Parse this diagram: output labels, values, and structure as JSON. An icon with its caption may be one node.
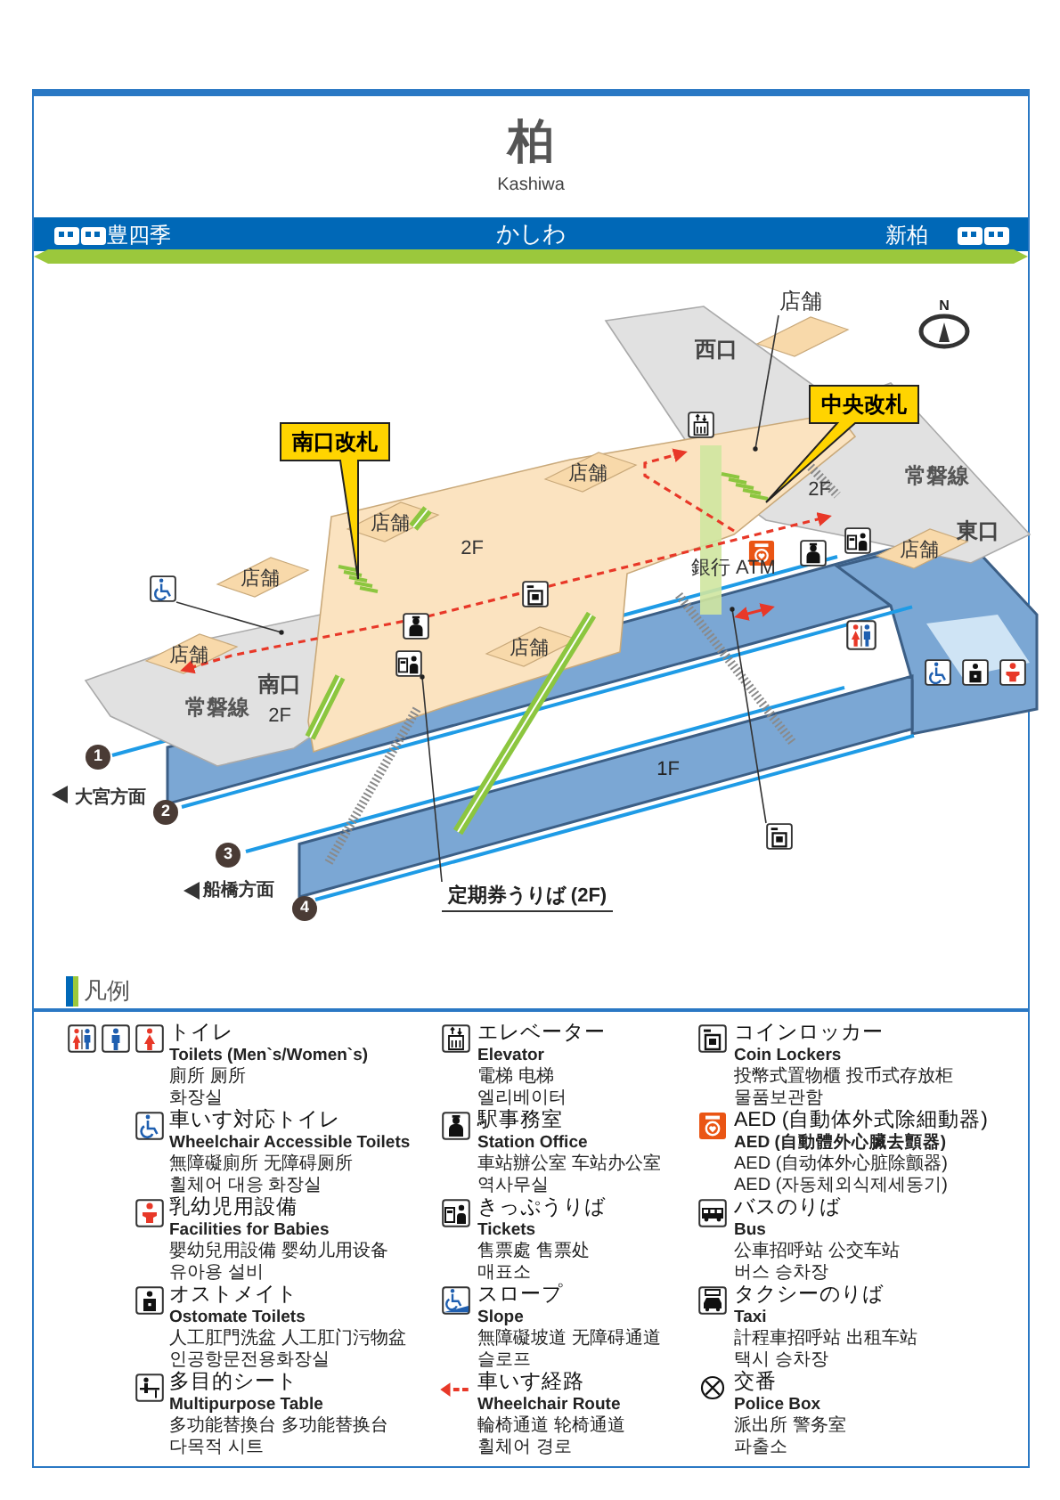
{
  "diagram": {
    "title": "柏",
    "nodes": [
      {
        "text": [
          "南口改札"
        ]
      },
      {
        "text": [
          "中央改札"
        ]
      },
      {
        "text": [
          "店舗"
        ]
      },
      {
        "text": [
          "定期券うりば (2F)"
        ]
      },
      {
        "text": [],
        "shape": "box"
      },
      {
        "text": [],
        "shape": "box"
      },
      {
        "text": [
          "1"
        ]
      },
      {
        "text": [
          "2"
        ]
      },
      {
        "text": [
          "3"
        ]
      },
      {
        "text": [
          "4"
        ]
      },
      {
        "text": [],
        "shape": "box"
      }
    ],
    "edges": [
      {
        "from": 2,
        "to": null,
        "arrow": "other"
      },
      {
        "from": 3,
        "to": 10,
        "arrow": "other"
      },
      {
        "from": 4,
        "to": null,
        "arrow": "other"
      },
      {
        "from": 5,
        "to": null,
        "arrow": "other"
      }
    ],
    "labels": [
      "Kashiwa",
      "かしわ",
      "豊四季",
      "新柏",
      "N",
      "西口",
      "店舗",
      "2F",
      "常磐線",
      "店舗",
      "東口",
      "2F",
      "店舗",
      "店舗",
      "銀行 ATM",
      "店舗",
      "店舗",
      "南口",
      "常磐線",
      "2F",
      "1F",
      "大宮方面",
      "船橋方面",
      "凡例",
      "Toilets (Men`s/Women`s)",
      "廁所 厕所",
      "화장실",
      "Wheelchair Accessible Toilets",
      "無障礙廁所 无障碍厕所",
      "휠체어 대응 화장실",
      "Facilities for Babies",
      "嬰幼兒用設備 婴幼儿用设备",
      "유아용 설비",
      "Ostomate Toilets",
      "人工肛門洗盆 人工肛门污物盆",
      "인공항문전용화장실",
      "Multipurpose Table",
      "多功能替換台 多功能替换台",
      "다목적 시트",
      "Elevator",
      "電梯 电梯",
      "엘리베이터",
      "Station Office",
      "車站辦公室 车站办公室",
      "역사무실",
      "Tickets",
      "售票處 售票处",
      "매표소",
      "Slope",
      "無障礙坡道 无障碍通道",
      "슬로프",
      "Wheelchair Route",
      "輪椅通道 轮椅通道",
      "휠체어 경로",
      "Coin Lockers",
      "投幣式置物櫃 投币式存放柜",
      "물품보관함",
      "AED (自動體外心臟去顫器)",
      "AED (自动体外心脏除颤器)",
      "AED (자동체외식제세동기)",
      "Bus",
      "公車招呼站 公交车站",
      "버스 승차장",
      "Taxi",
      "計程車招呼站 出租车站",
      "택시 승차장",
      "Police Box",
      "派出所 警务室",
      "파출소"
    ],
    "legend": [
      {
        "text": "トイレ"
      },
      {
        "text": "車いす対応トイレ"
      },
      {
        "text": "乳幼児用設備"
      },
      {
        "text": "オストメイト"
      },
      {
        "text": "多目的シート"
      },
      {
        "text": "エレベーター"
      },
      {
        "text": "駅事務室"
      },
      {
        "text": "きっぷうりば"
      },
      {
        "text": "スロープ"
      },
      {
        "text": "車いす経路"
      },
      {
        "text": "コインロッカー"
      },
      {
        "text": "AED (自動体外式除細動器)"
      },
      {
        "text": "バスのりば"
      },
      {
        "text": "タクシーのりば"
      },
      {
        "text": "交番"
      }
    ]
  }
}
